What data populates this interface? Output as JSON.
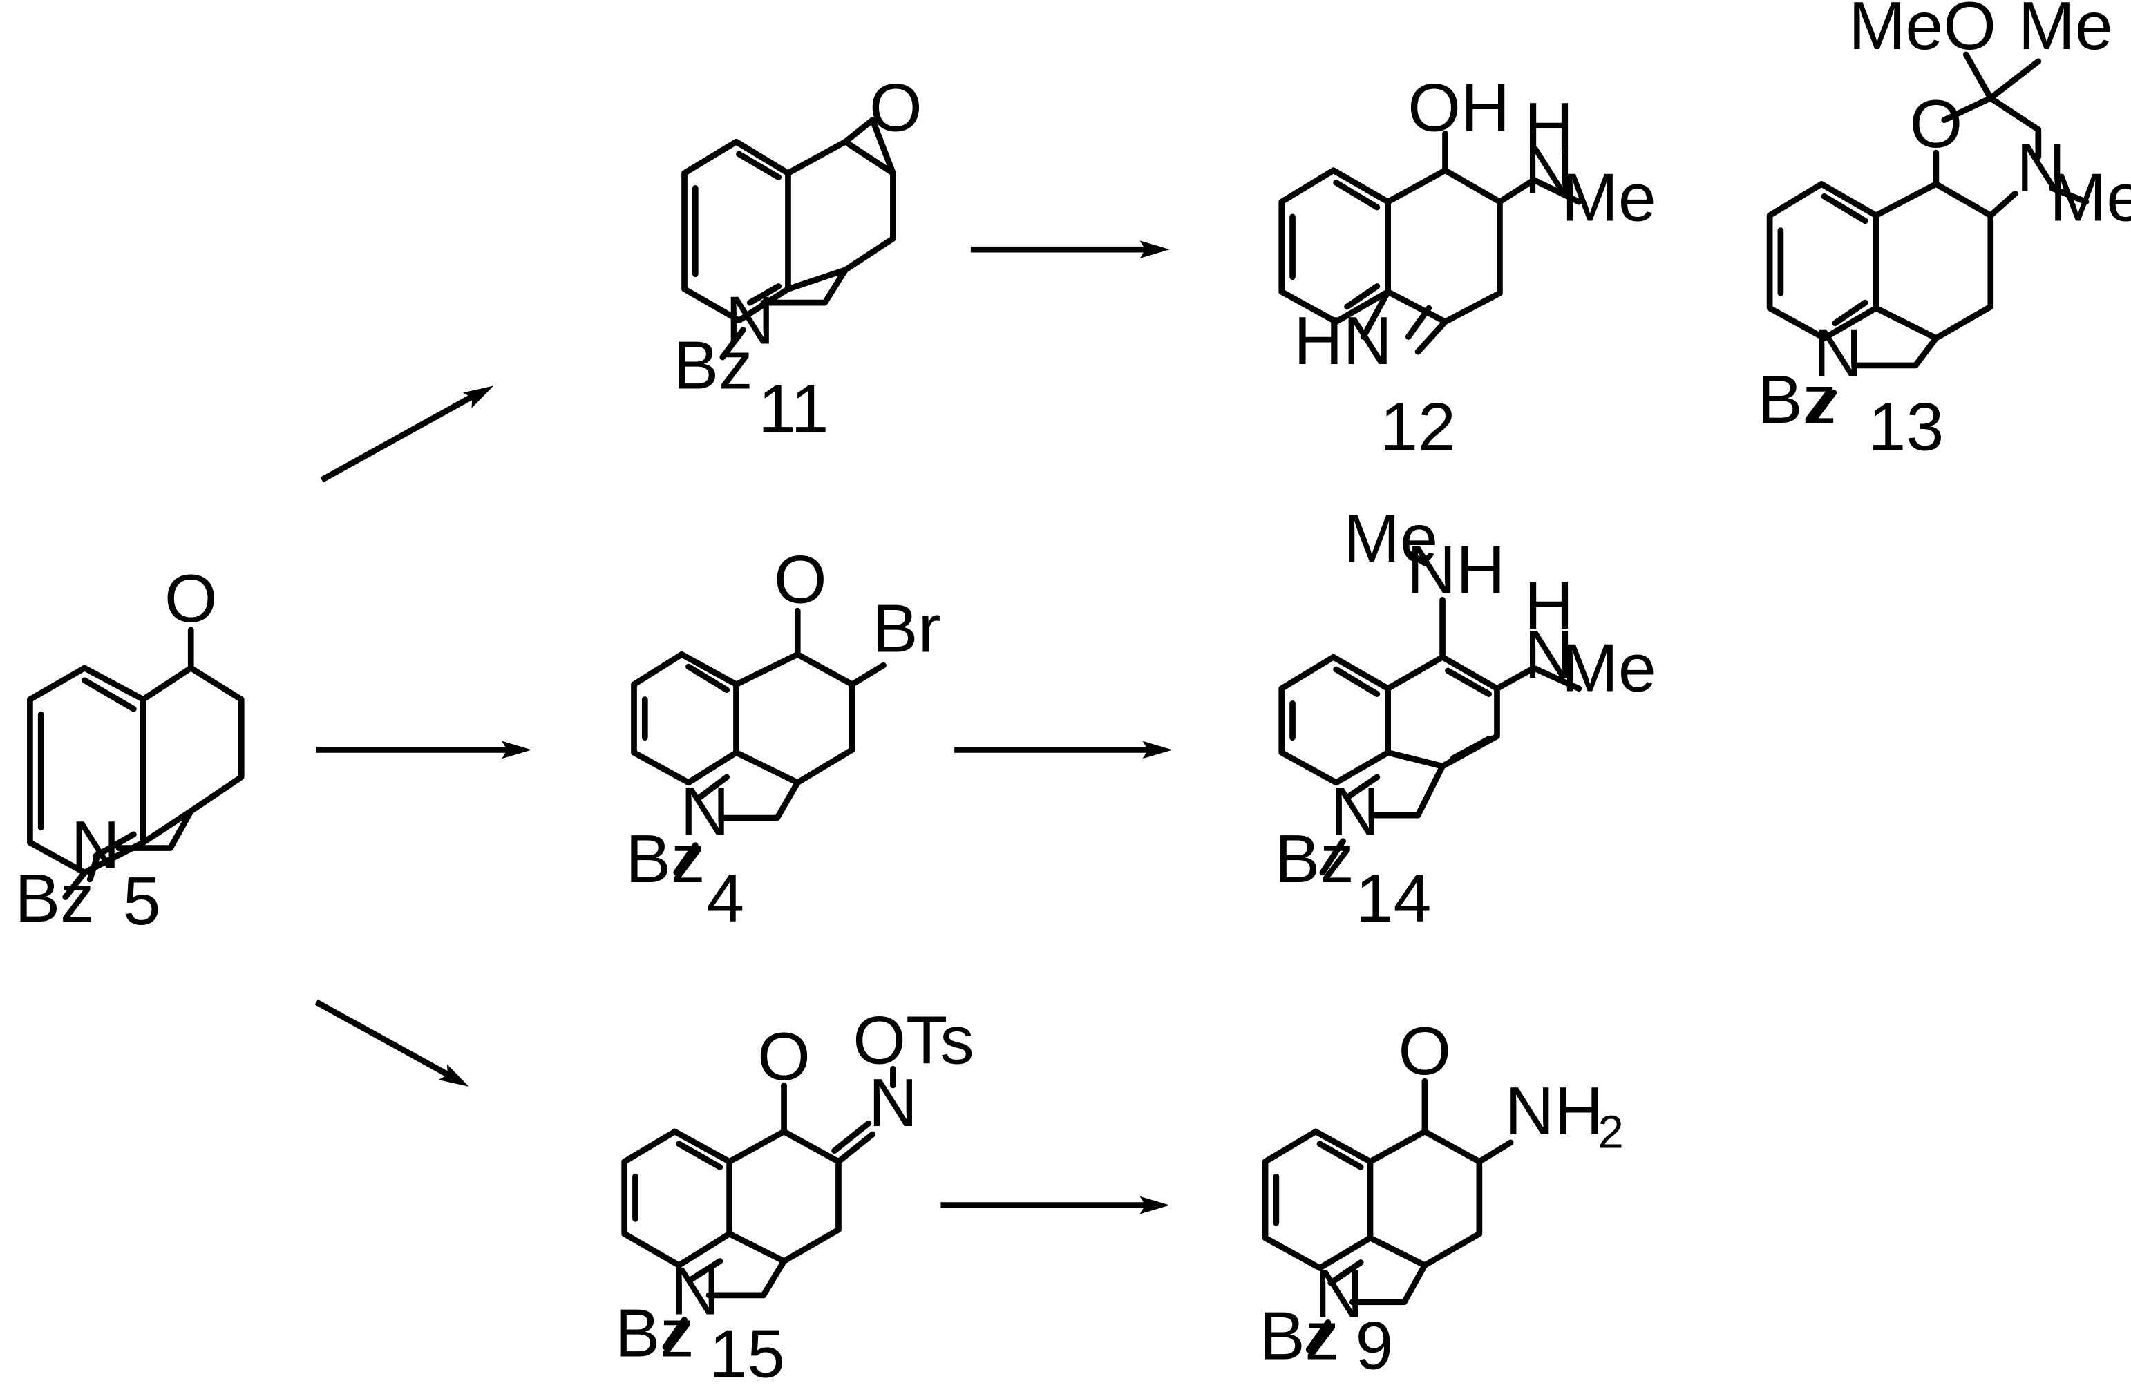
{
  "title": "",
  "compounds": [
    {
      "id": "c5",
      "label": "5",
      "atoms": {
        "N": "N",
        "R": "Bz",
        "O": "O"
      }
    },
    {
      "id": "c11",
      "label": "11",
      "atoms": {
        "N": "N",
        "R": "Bz",
        "O": "O"
      }
    },
    {
      "id": "c12",
      "label": "12",
      "atoms": {
        "NH": "HN",
        "OH": "OH",
        "amine": "N",
        "H": "H",
        "Me": "Me"
      }
    },
    {
      "id": "c13",
      "label": "13",
      "atoms": {
        "N": "N",
        "R": "Bz",
        "O": "O",
        "N2": "N",
        "Me": "Me",
        "MeO": "MeO",
        "Me2": "Me"
      }
    },
    {
      "id": "c4",
      "label": "4",
      "atoms": {
        "N": "N",
        "R": "Bz",
        "O": "O",
        "Br": "Br"
      }
    },
    {
      "id": "c14",
      "label": "14",
      "atoms": {
        "N": "N",
        "R": "Bz",
        "NH1": "NH",
        "Me1": "Me",
        "N2": "N",
        "H2": "H",
        "Me2": "Me"
      }
    },
    {
      "id": "c15",
      "label": "15",
      "atoms": {
        "N": "N",
        "R": "Bz",
        "O": "O",
        "N2": "N",
        "OTs": "OTs"
      }
    },
    {
      "id": "c9",
      "label": "9",
      "atoms": {
        "N": "N",
        "R": "Bz",
        "O": "O",
        "NH": "NH",
        "sub2": "2"
      }
    }
  ],
  "arrows": [
    {
      "from": "5",
      "to": "11"
    },
    {
      "from": "11",
      "to": "12"
    },
    {
      "from": "5",
      "to": "4"
    },
    {
      "from": "4",
      "to": "14"
    },
    {
      "from": "5",
      "to": "15"
    },
    {
      "from": "15",
      "to": "9"
    }
  ]
}
